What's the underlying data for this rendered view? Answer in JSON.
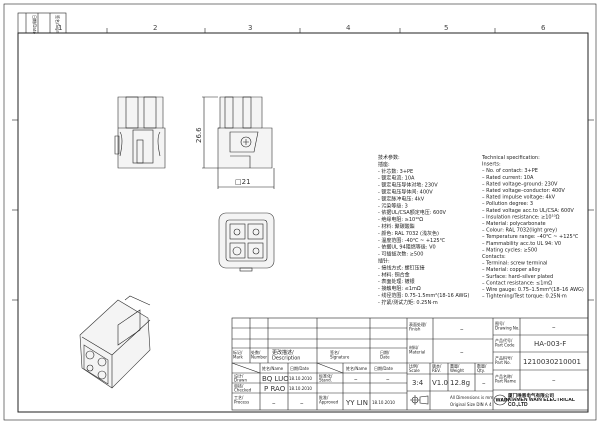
{
  "ruler": {
    "columns": [
      "1",
      "2",
      "3",
      "4",
      "5",
      "6"
    ]
  },
  "dimensions": {
    "height": "26.6",
    "width": "□21"
  },
  "spec_cn": {
    "lines": [
      "技术参数:",
      "插座:",
      "- 针芯数: 3+PE",
      "- 额定电流: 10A",
      "- 额定电压导体对地: 230V",
      "- 额定电压导体间: 400V",
      "- 额定脉冲电压: 4kV",
      "- 污染等级: 3",
      "- 依据UL/CSA额定电压: 600V",
      "- 绝缘电阻: ≥10¹⁰Ω",
      "- 材料: 聚碳酸酯",
      "- 颜色: RAL 7032 (浅灰色)",
      "- 温度范围: -40℃ ~ +125℃",
      "- 依据UL 94阻燃等级: V0",
      "- 可插拔次数: ≥500",
      "插针:",
      "- 接线方式: 螺钉压接",
      "- 材料: 铜合金",
      "- 表面处理: 镀银",
      "- 接触电阻: ≤1mΩ",
      "- 线径范围: 0.75-1.5mm²(18-16 AWG)",
      "- 拧紧/测试力矩: 0.25N·m"
    ]
  },
  "spec_en": {
    "lines": [
      "Technical specification:",
      "Inserts:",
      "– No. of contact: 3+PE",
      "– Rated current: 10A",
      "– Rated voltage–ground: 230V",
      "– Rated voltage–conductor: 400V",
      "– Rated impulse voltage: 4kV",
      "– Pollution degree: 3",
      "– Rated voltage acc.to UL/CSA: 600V",
      "– Insulation resistance: ≥10¹⁰Ω",
      "– Material: polycarbonate",
      "– Colour: RAL 7032(light grey)",
      "– Temperature range: –40℃ ~ +125℃",
      "– Flammability acc.to UL 94: V0",
      "– Mating cycles: ≥500",
      "Contacts:",
      "– Terminal: screw terminal",
      "– Material: copper alloy",
      "– Surface: hard–silver plated",
      "– Contact resistance: ≤1mΩ",
      "– Wire gauge: 0.75–1.5mm²(18–16 AWG)",
      "– Tightening/Test torque: 0.25N·m"
    ]
  },
  "corner": {
    "date_label": "日期/Date",
    "sign_label": "签名/Sign"
  },
  "title_block": {
    "mark": "标记/Mark",
    "number": "处数/Number",
    "description": "更改描述/Description",
    "signature": "签名/Signature",
    "date": "日期/Date",
    "name_hdr": "姓名/Name",
    "date_hdr": "日期/Date",
    "name_hdr2": "姓名/Name",
    "date_hdr2": "日期/Date",
    "drawn": "设计/Drawn",
    "drawn_name": "BQ LUO",
    "drawn_date": "18.10.2010",
    "checked": "审核/Checked",
    "checked_name": "P RAO",
    "checked_date": "18.10.2010",
    "process": "工艺/Process",
    "process_name": "–",
    "process_date": "–",
    "stand": "标准化/Stand.",
    "stand_name": "–",
    "stand_date": "–",
    "approved": "批准/Approved",
    "approved_name": "YY LIN",
    "approved_date": "18.10.2010",
    "finish": "表面处理/Finish",
    "finish_value": "–",
    "material": "材料/Material",
    "material_value": "–",
    "scale": "比例/Scale",
    "scale_value": "3:4",
    "rev": "版本/REV.",
    "rev_value": "V1.0",
    "weight": "重量/Weight",
    "weight_value": "12.8g",
    "qty": "数量/Qty.",
    "qty_value": "–",
    "dims_note_1": "All Dimensions is mm",
    "dims_note_2": "Original Size DIN A 4",
    "drawing_no": "图号/Drawing No.",
    "drawing_no_value": "–",
    "part_code": "产品代号/Part Code",
    "part_code_value": "HA-003-F",
    "part_no": "产品料号/Part No.",
    "part_no_value": "1210030210001",
    "part_name": "产品名称/Part Name",
    "part_name_value": "–",
    "logo": "WAIN",
    "company_cn": "厦门唯恩电气有限公司",
    "company_en": "XIAMEN WAIN ELECTRICAL CO.,LTD"
  }
}
